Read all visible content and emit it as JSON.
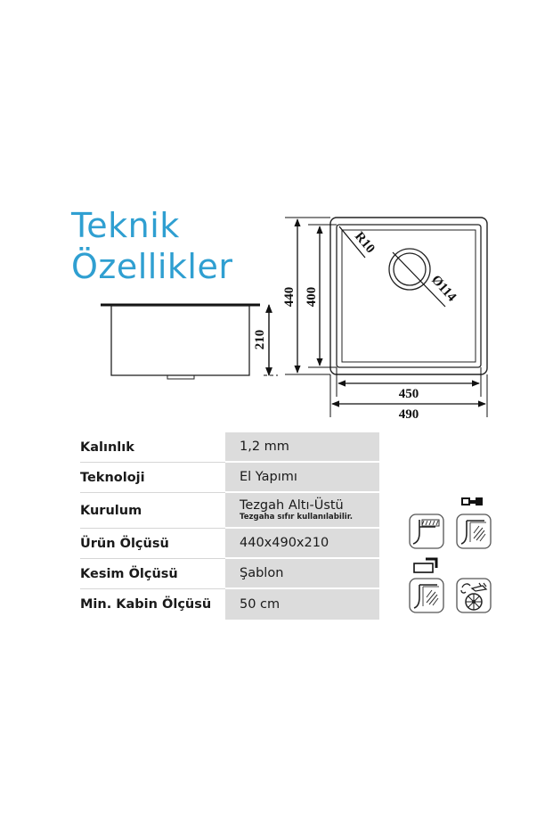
{
  "title": {
    "line1": "Teknik",
    "line2": "Özellikler",
    "color": "#2f9fd1"
  },
  "drawing": {
    "side_view": {
      "height_label": "210"
    },
    "top_view": {
      "outer_height_label": "440",
      "inner_height_label": "400",
      "inner_width_label": "450",
      "outer_width_label": "490",
      "corner_radius_label": "R10",
      "drain_diameter_label": "Ø114"
    }
  },
  "specs": [
    {
      "label": "Kalınlık",
      "value": "1,2 mm"
    },
    {
      "label": "Teknoloji",
      "value": "El Yapımı"
    },
    {
      "label": "Kurulum",
      "value": "Tezgah Altı-Üstü",
      "note": "Tezgaha sıfır kullanılabilir."
    },
    {
      "label": "Ürün Ölçüsü",
      "value": "440x490x210"
    },
    {
      "label": "Kesim Ölçüsü",
      "value": "Şablon"
    },
    {
      "label": "Min. Kabin Ölçüsü",
      "value": "50 cm"
    }
  ],
  "icons": [
    {
      "name": "undermount-installation-icon"
    },
    {
      "name": "flush-mount-installation-icon"
    },
    {
      "name": "topmount-installation-icon"
    },
    {
      "name": "dishwasher-safe-icon"
    }
  ]
}
